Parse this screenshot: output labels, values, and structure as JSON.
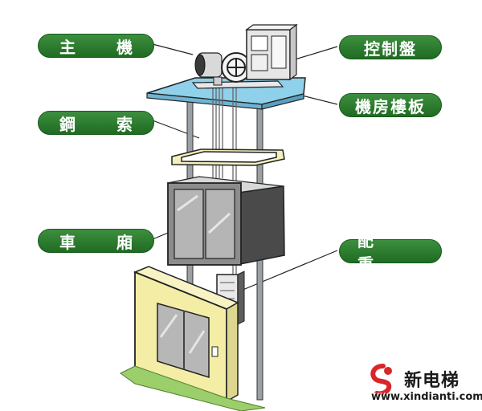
{
  "labels": {
    "main_machine": "主 機",
    "wire_rope": "鋼 索",
    "car": "車 廂",
    "control_panel": "控制盤",
    "machine_room_floor": "機房樓板",
    "counterweight": "配 重"
  },
  "watermark": {
    "title": "新电梯",
    "url": "www.xindianti.com"
  },
  "colors": {
    "label_green": "#2a7d2d",
    "floor_blue": "#8fd0ea",
    "wall_yellow": "#f3eda6",
    "watermark_red": "#d8262b"
  }
}
